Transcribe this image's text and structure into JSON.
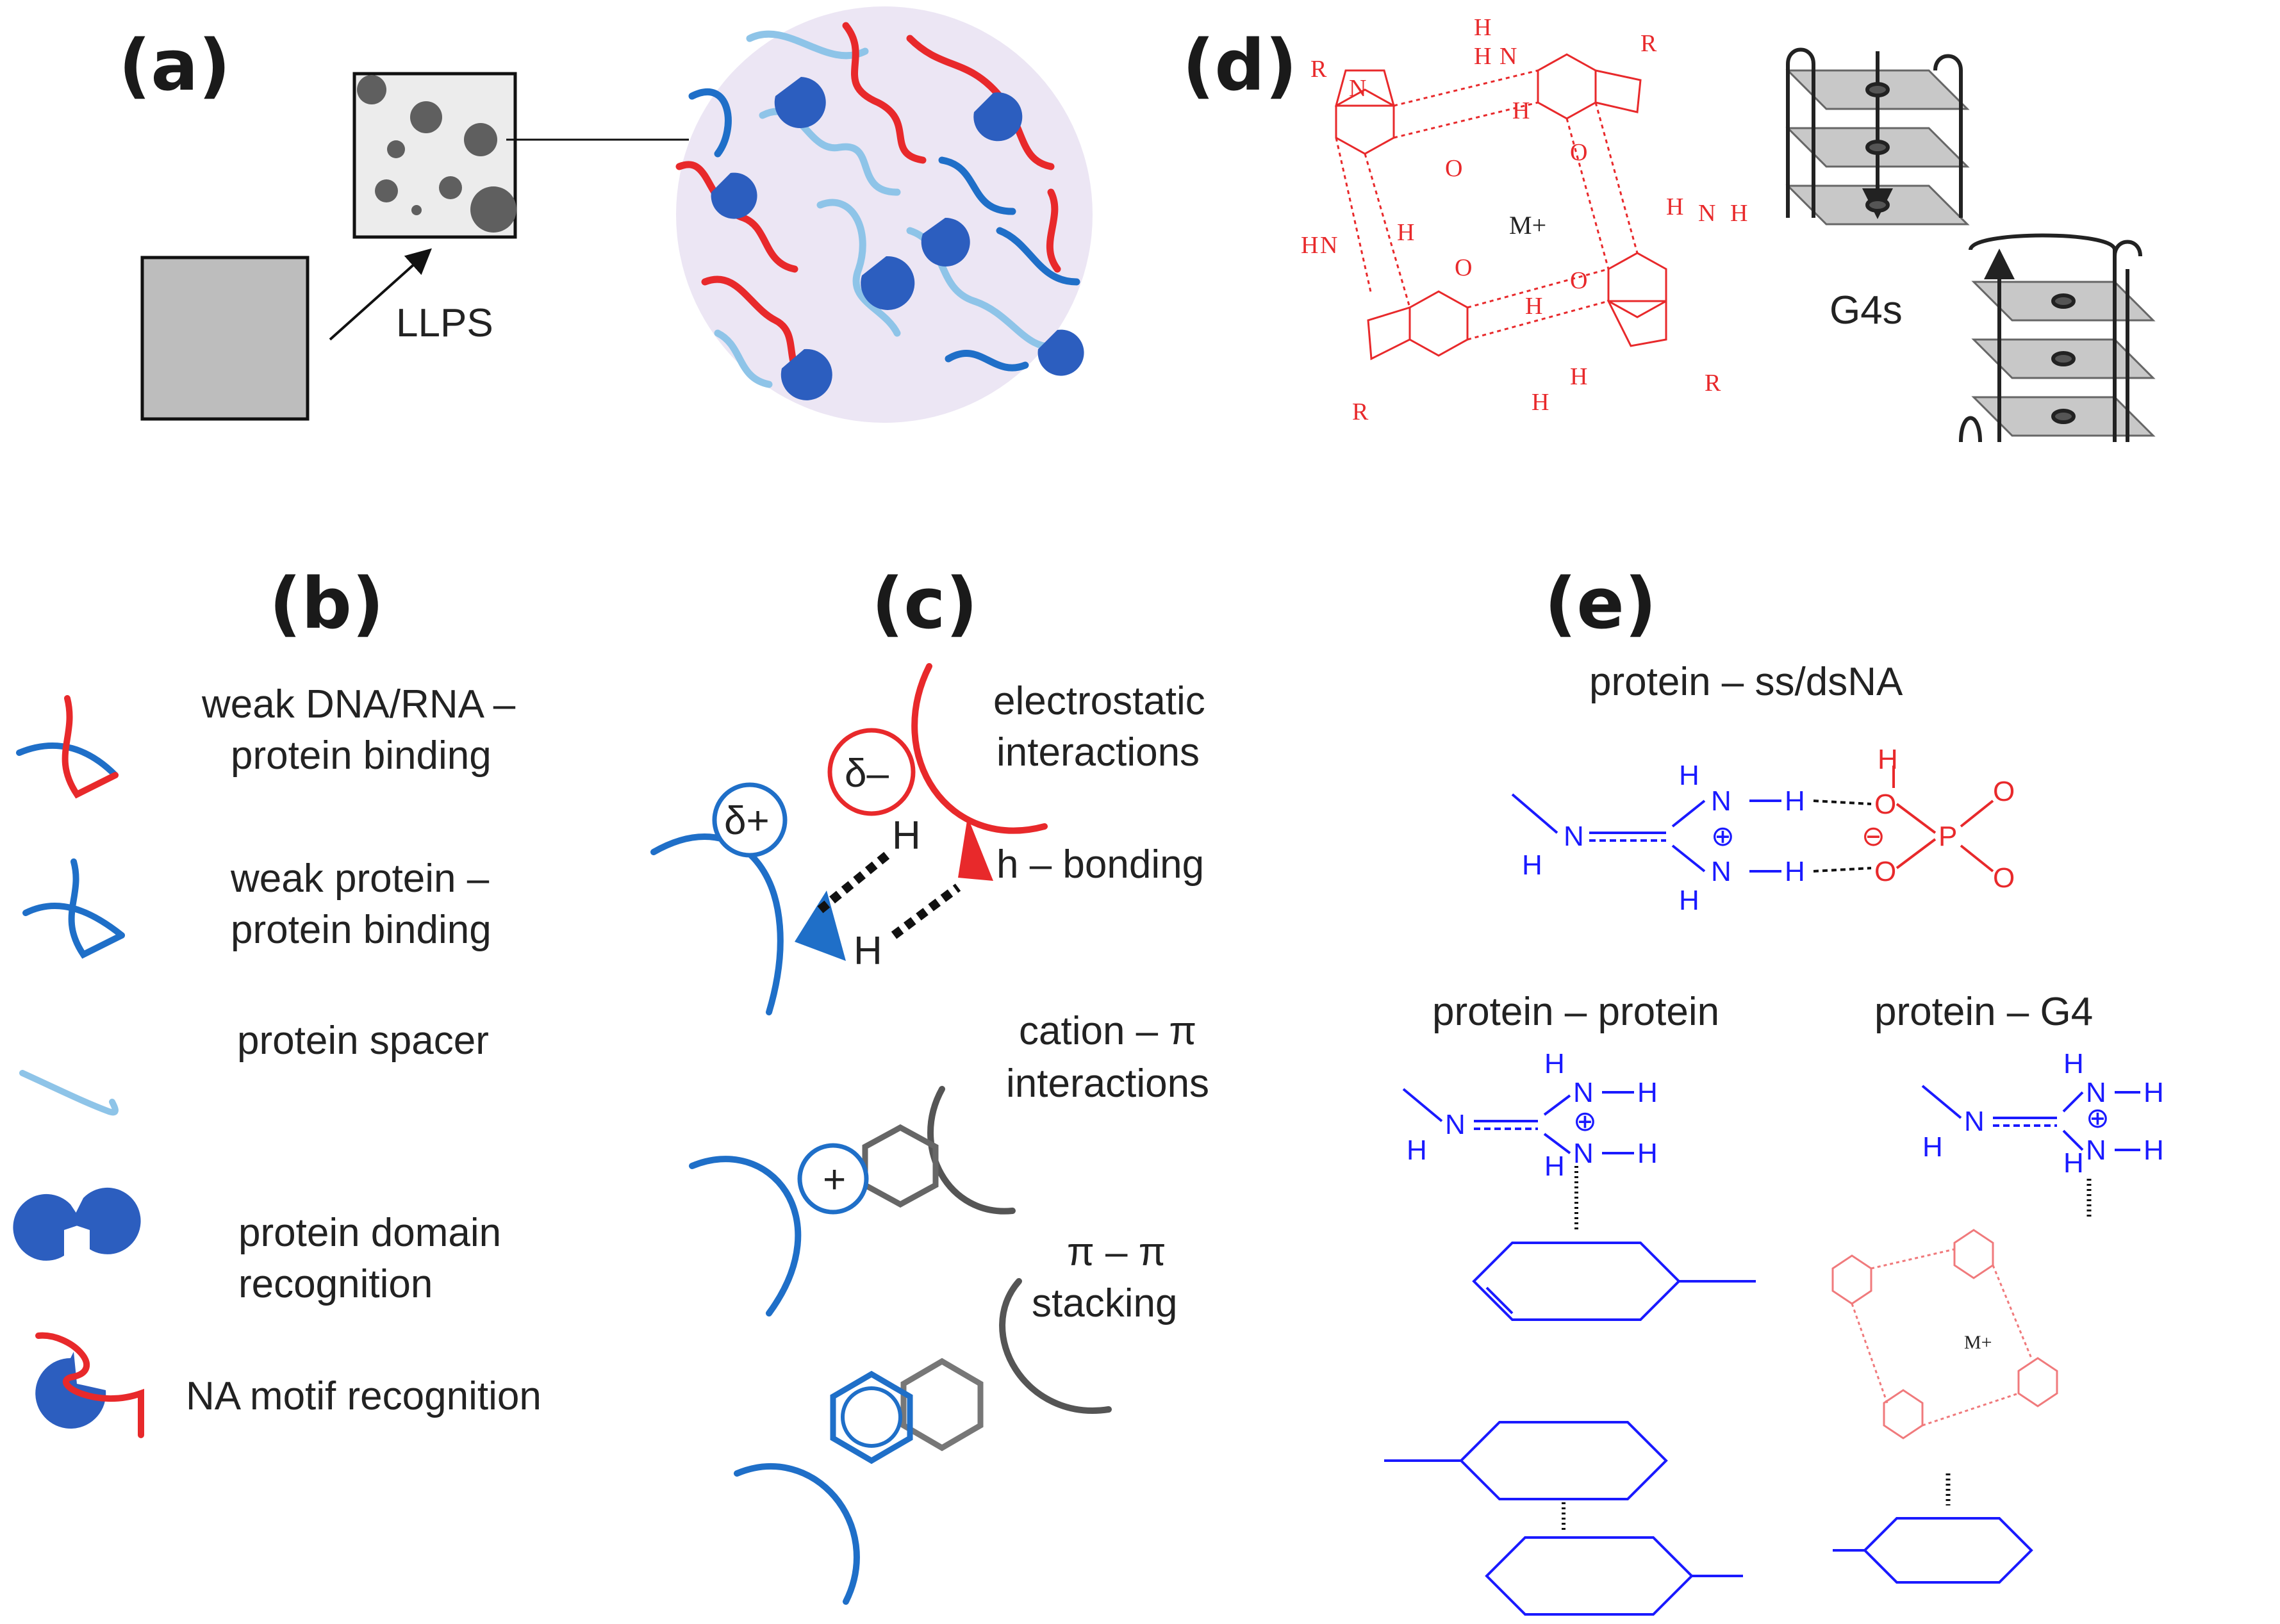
{
  "panels": {
    "a": {
      "label": "(a)",
      "process_label": "LLPS"
    },
    "b": {
      "label": "(b)",
      "legend": [
        {
          "line1": "weak DNA/RNA –",
          "line2": "protein binding"
        },
        {
          "line1": "weak protein –",
          "line2": "protein binding"
        },
        {
          "line1": "protein spacer",
          "line2": ""
        },
        {
          "line1": "protein domain",
          "line2": "recognition"
        },
        {
          "line1": "NA motif recognition",
          "line2": ""
        }
      ]
    },
    "c": {
      "label": "(c)",
      "electrostatic_1": "electrostatic",
      "electrostatic_2": "interactions",
      "hbond": "h – bonding",
      "cation_pi_1": "cation – π",
      "cation_pi_2": "interactions",
      "pi_pi_1": "π – π",
      "pi_pi_2": "stacking",
      "delta_minus": "δ–",
      "delta_plus": "δ+",
      "plus": "+",
      "H": "H"
    },
    "d": {
      "label": "(d)",
      "metal": "M+",
      "g4s": "G4s",
      "tetrad_metal": "M⁺"
    },
    "e": {
      "label": "(e)",
      "title_top": "protein – ss/dsNA",
      "title_left": "protein – protein",
      "title_right": "protein – G4",
      "metal": "M+"
    }
  },
  "colors": {
    "red": "#e8292b",
    "dark_blue": "#1f6fc8",
    "light_blue": "#8ec4e8",
    "chem_blue": "#1a1aff",
    "gray": "#5a5a5a",
    "droplet": "#ece6f4",
    "domain_blue": "#2c5ebf"
  }
}
